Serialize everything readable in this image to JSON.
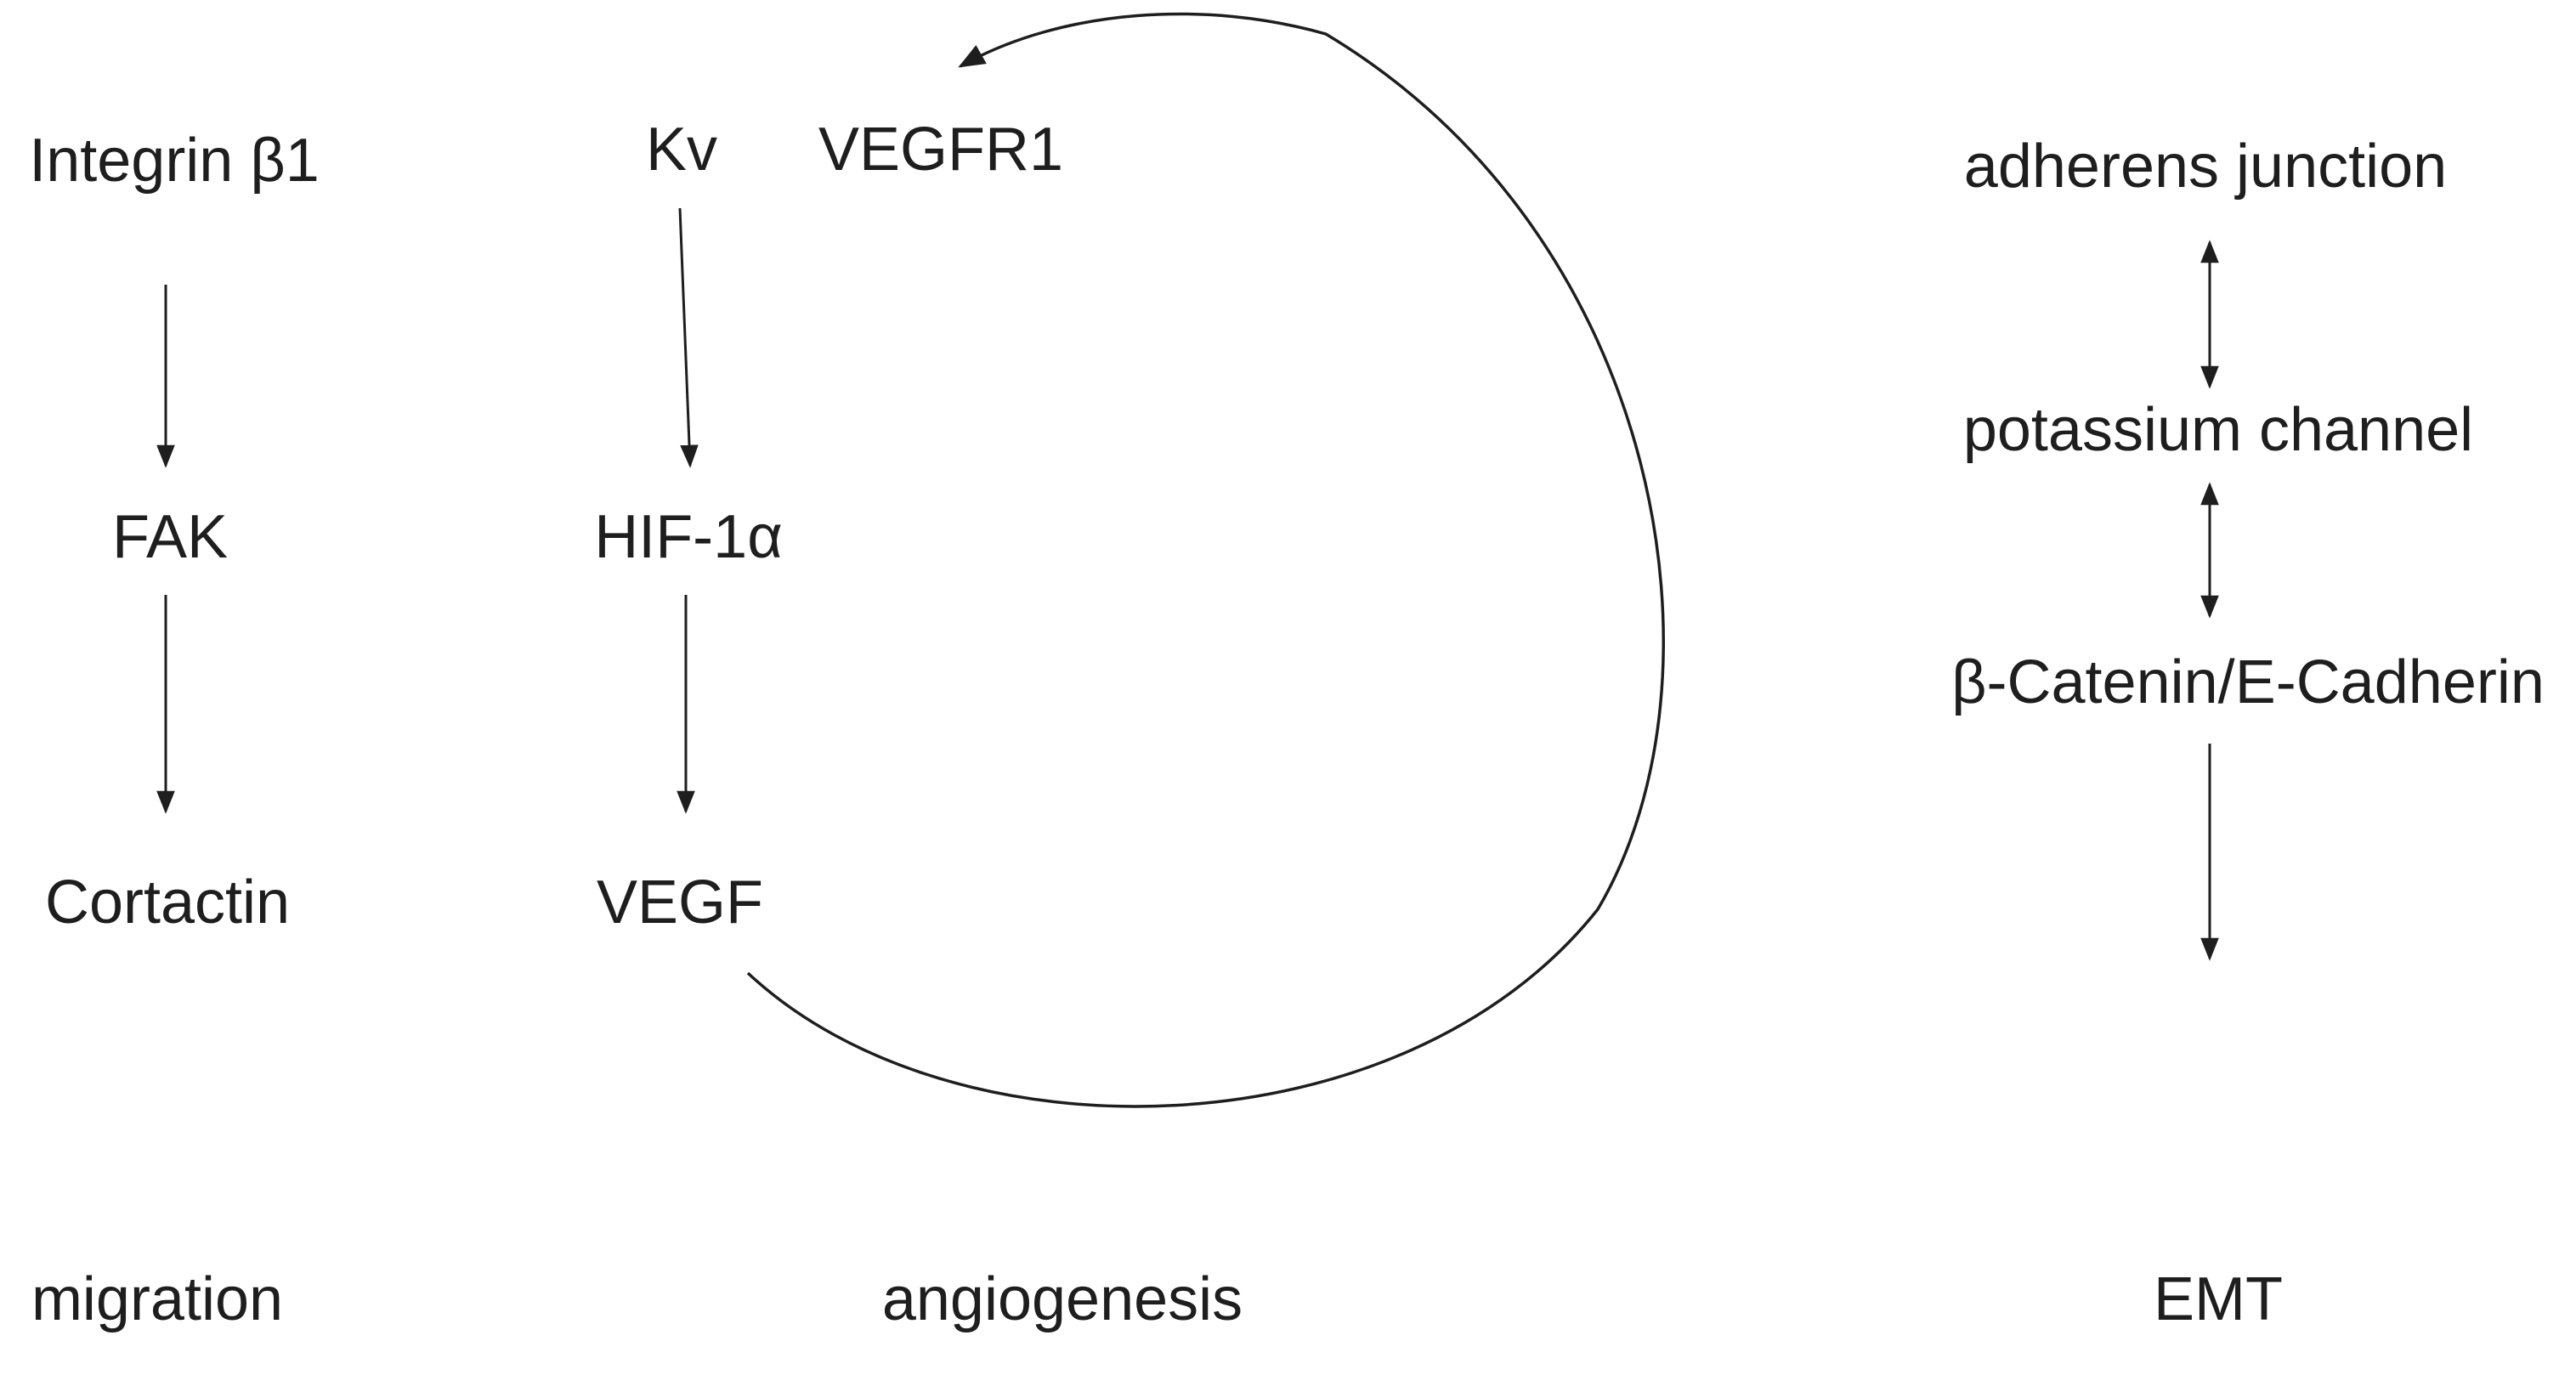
{
  "nodes": {
    "integrin": "Integrin β1",
    "fak": "FAK",
    "cortactin": "Cortactin",
    "kv": "Kv",
    "vegfr1": "VEGFR1",
    "hif": "HIF-1α",
    "vegf": "VEGF",
    "adherens": "adherens junction",
    "potassium": "potassium channel",
    "catenin": "β-Catenin/E-Cadherin"
  },
  "outcomes": {
    "migration": "migration",
    "angiogenesis": "angiogenesis",
    "emt": "EMT"
  },
  "colors": {
    "ink": "#1e1e1e",
    "background": "#ffffff"
  }
}
